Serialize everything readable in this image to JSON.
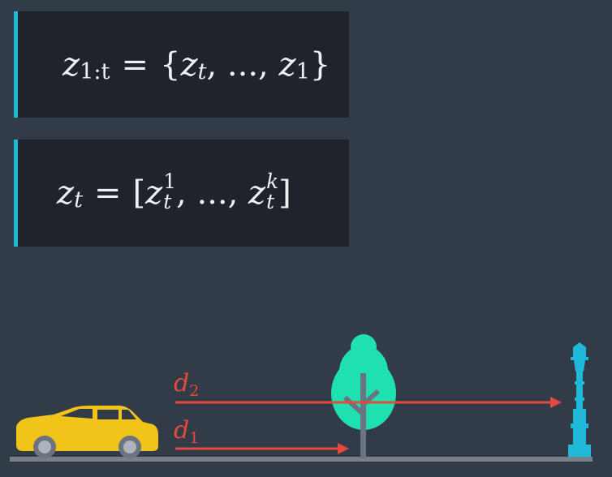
{
  "equations": {
    "eq1": {
      "lhs_var": "z",
      "lhs_sub": "1:t",
      "equals": "=",
      "open": "{",
      "first_var": "z",
      "first_sub": "t",
      "sep1": ",",
      "ellipsis": "...",
      "sep2": ",",
      "last_var": "z",
      "last_sub": "1",
      "close": "}"
    },
    "eq2": {
      "lhs_var": "z",
      "lhs_sub": "t",
      "equals": "=",
      "open": "[",
      "first_var": "z",
      "first_sup": "1",
      "first_sub": "t",
      "sep1": ",",
      "ellipsis": "...",
      "sep2": ",",
      "last_var": "z",
      "last_sup": "k",
      "last_sub": "t",
      "close": "]"
    }
  },
  "scene": {
    "distance_labels": [
      {
        "var": "d",
        "sub": "2"
      },
      {
        "var": "d",
        "sub": "1"
      }
    ],
    "colors": {
      "background": "#323c48",
      "box": "#1f242c",
      "accent": "#1fb8d9",
      "arrow": "#e6493b",
      "car": "#f0c419",
      "tree": "#1fe0b0",
      "trunk": "#6b7480",
      "lamp": "#1fb8d9",
      "ground": "#7a8088"
    },
    "objects": [
      "car-icon",
      "tree-icon",
      "street-lamp-icon"
    ]
  }
}
